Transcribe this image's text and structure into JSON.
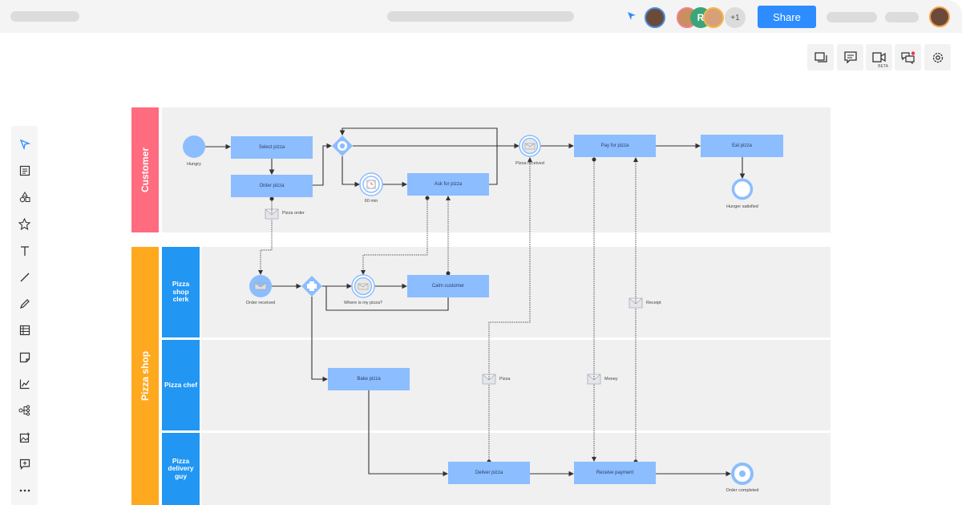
{
  "header": {
    "share_label": "Share",
    "collaborator_initial": "R",
    "extra_collaborators": "+1"
  },
  "toolbar": {
    "icons": [
      "frames-icon",
      "comment-icon",
      "video-icon",
      "chat-icon",
      "settings-icon"
    ],
    "video_badge": "BETA"
  },
  "sidebar": {
    "tools": [
      "select-icon",
      "templates-icon",
      "shapes-icon",
      "star-icon",
      "text-icon",
      "line-icon",
      "pen-icon",
      "table-icon",
      "sticky-note-icon",
      "chart-icon",
      "mindmap-icon",
      "image-icon",
      "add-frame-icon",
      "more-icon"
    ]
  },
  "diagram": {
    "pools": {
      "customer": "Customer",
      "shop": "Pizza shop"
    },
    "lanes": {
      "clerk": "Pizza shop clerk",
      "chef": "Pizza chef",
      "delivery": "Pizza delivery guy"
    },
    "tasks": {
      "select": "Select pizza",
      "order": "Order pizza",
      "ask": "Ask for pizza",
      "pay": "Pay for pizza",
      "eat": "Eat pizza",
      "calm": "Calm customer",
      "bake": "Bake pizza",
      "deliver": "Deliver pizza",
      "receive": "Receive payment"
    },
    "events": {
      "hungry": "Hungry",
      "timer": "60 min",
      "pizza_received": "Pizza received",
      "hunger_satisfied": "Hunger satisfied",
      "order_received": "Order received",
      "where": "Where is my pizza?",
      "order_completed": "Order completed"
    },
    "messages": {
      "pizza_order": "Pizza order",
      "receipt": "Receipt",
      "pizza": "Pizza",
      "money": "Money"
    }
  },
  "colors": {
    "customer_pool": "#ff6b7f",
    "shop_pool": "#ffa91f",
    "lane_label": "#2196f3",
    "task": "#8bbdff",
    "share": "#2d8cff"
  }
}
